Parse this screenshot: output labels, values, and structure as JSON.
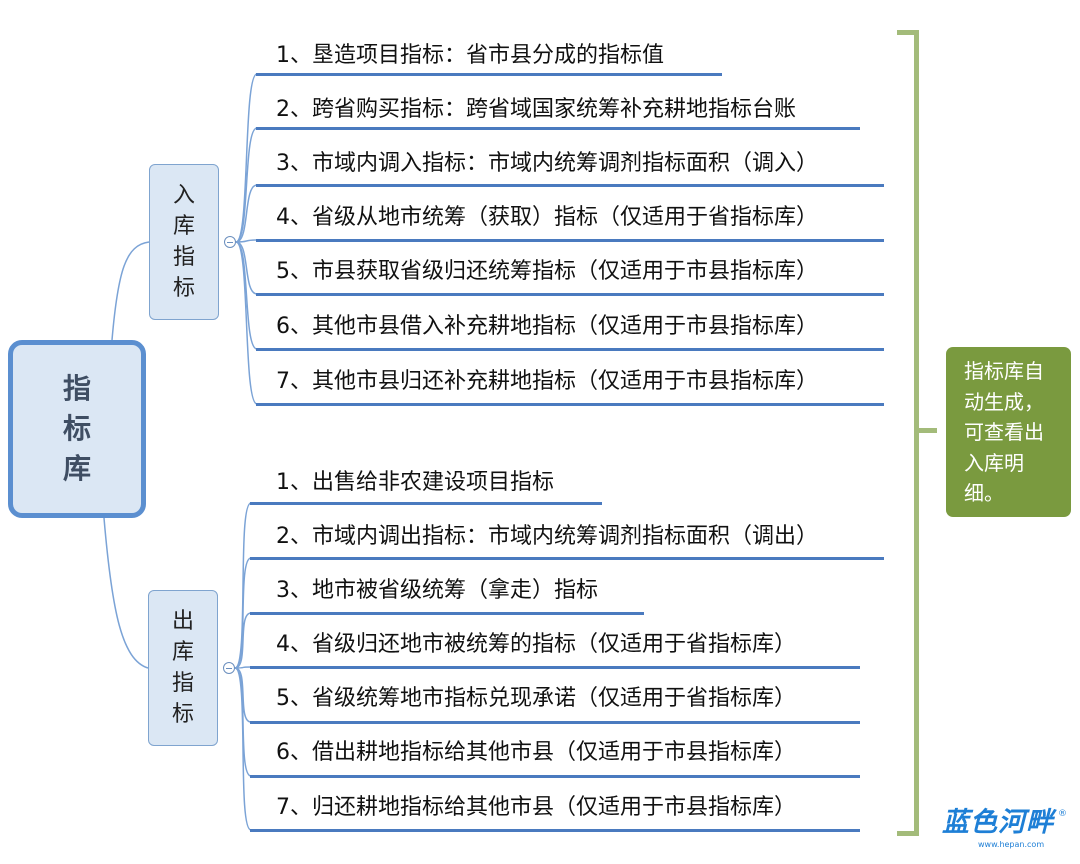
{
  "root": {
    "chars": [
      "指",
      "标",
      "库"
    ]
  },
  "in_branch": {
    "chars": [
      "入",
      "库",
      "指",
      "标"
    ],
    "items": [
      "1、垦造项目指标：省市县分成的指标值",
      "2、跨省购买指标：跨省域国家统筹补充耕地指标台账",
      "3、市域内调入指标：市域内统筹调剂指标面积（调入）",
      "4、省级从地市统筹（获取）指标（仅适用于省指标库）",
      "5、市县获取省级归还统筹指标（仅适用于市县指标库）",
      "6、其他市县借入补充耕地指标（仅适用于市县指标库）",
      "7、其他市县归还补充耕地指标（仅适用于市县指标库）"
    ]
  },
  "out_branch": {
    "chars": [
      "出",
      "库",
      "指",
      "标"
    ],
    "items": [
      "1、出售给非农建设项目指标",
      "2、市域内调出指标：市域内统筹调剂指标面积（调出）",
      "3、地市被省级统筹（拿走）指标",
      "4、省级归还地市被统筹的指标（仅适用于省指标库）",
      "5、省级统筹地市指标兑现承诺（仅适用于省指标库）",
      "6、借出耕地指标给其他市县（仅适用于市县指标库）",
      "7、归还耕地指标给其他市县（仅适用于市县指标库）"
    ]
  },
  "note": {
    "lines": [
      "指标库自",
      "动生成，",
      "可查看出",
      "入库明",
      "细。"
    ]
  },
  "logo": {
    "text": "蓝色河畔",
    "reg": "®",
    "url": "www.hepan.com"
  },
  "colors": {
    "connector": "#7ba3d6",
    "leaf_line": "#4a7abf",
    "root_border": "#5b8fd0",
    "note_bg": "#7a9a3f",
    "bracket": "#a3bb7a",
    "logo": "#1e7fd6"
  }
}
